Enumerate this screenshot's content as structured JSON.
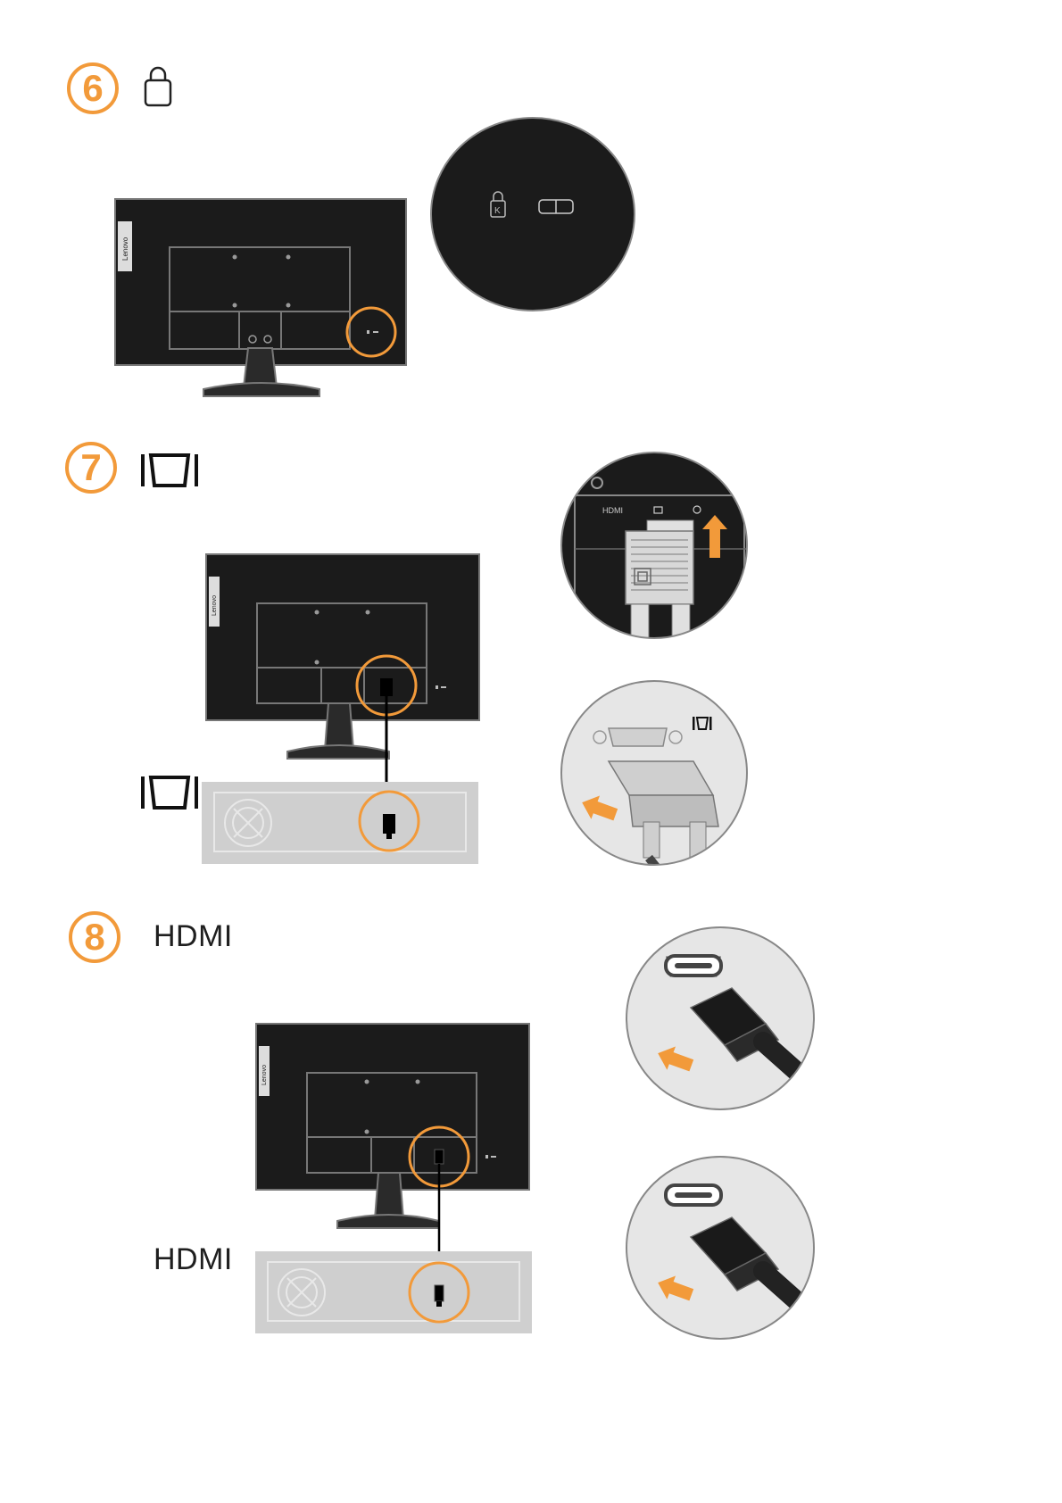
{
  "steps": [
    {
      "number": "6",
      "icon": "kensington-lock-icon"
    },
    {
      "number": "7",
      "icon": "vga-port-icon"
    },
    {
      "number": "8",
      "label": "HDMI"
    }
  ],
  "monitor_brand": "Lenovo",
  "port_labels": {
    "hdmi": "HDMI"
  },
  "pc_labels": {
    "vga_icon": "vga-port-icon",
    "hdmi": "HDMI"
  },
  "colors": {
    "accent": "#f29a3a",
    "monitor": "#1b1b1b",
    "pc": "#cfcfcf"
  }
}
